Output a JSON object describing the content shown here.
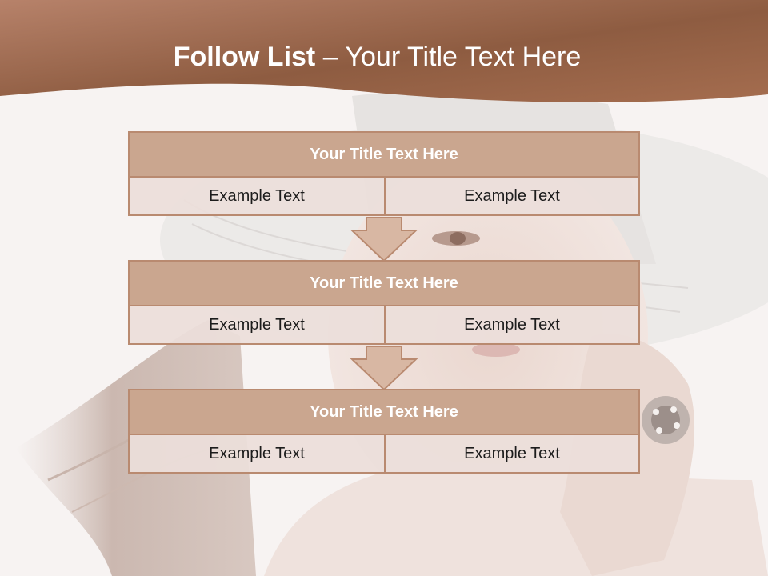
{
  "slide": {
    "title_bold": "Follow List",
    "title_rest": " – Your Title Text Here"
  },
  "steps": [
    {
      "title": "Your Title Text Here",
      "left_text": "Example Text",
      "right_text": "Example Text"
    },
    {
      "title": "Your Title Text Here",
      "left_text": "Example Text",
      "right_text": "Example Text"
    },
    {
      "title": "Your Title Text Here",
      "left_text": "Example Text",
      "right_text": "Example Text"
    }
  ],
  "colors": {
    "header_dark": "#7a5036",
    "header_light": "#b7826a",
    "box_title_fill": "#caa68f",
    "box_border": "#b98a70",
    "cell_fill": "#ecdeda",
    "arrow_fill": "#d8b7a3"
  }
}
